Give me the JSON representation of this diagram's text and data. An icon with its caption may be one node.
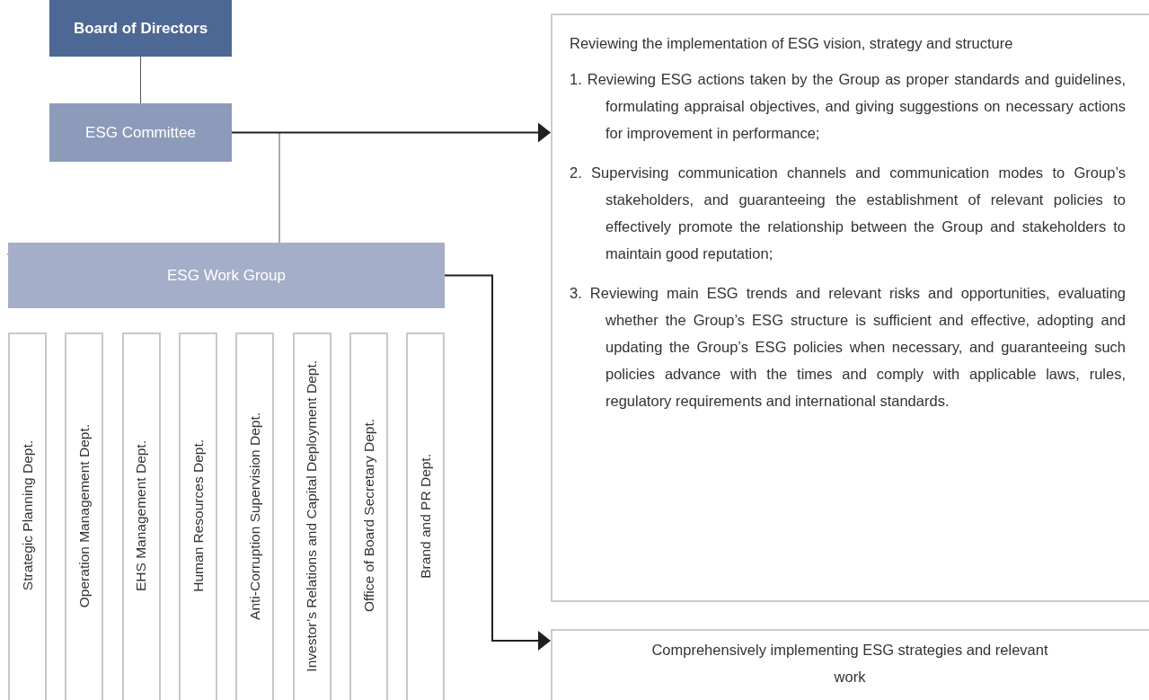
{
  "diagram": {
    "nodes": [
      {
        "text": [
          "Board of Directors"
        ]
      },
      {
        "text": [
          "ESG Committee"
        ]
      },
      {
        "text": [
          "ESG Work Group"
        ]
      },
      {
        "text": [
          "Strategic Planning Dept."
        ]
      },
      {
        "text": [
          "Operation Management Dept."
        ]
      },
      {
        "text": [
          "EHS Management Dept."
        ]
      },
      {
        "text": [
          "Human Resources Dept."
        ]
      },
      {
        "text": [
          "Anti-Corruption Supervision Dept."
        ]
      },
      {
        "text": [
          "Investor’s Relations and Capital Deployment Dept."
        ]
      },
      {
        "text": [
          "Office of Board Secretary Dept."
        ]
      },
      {
        "text": [
          "Brand and PR Dept."
        ]
      },
      {
        "text": [
          "Reviewing the implementation of ESG vision, strategy and structure",
          "1. Reviewing ESG actions taken by the Group as proper standards and guidelines, formulating appraisal objectives, and giving suggestions on necessary actions for improvement in performance;",
          "2. Supervising communication channels and communication modes to Group’s stakeholders, and guaranteeing the establishment of relevant policies to effectively promote the relationship between the Group and stakeholders to maintain good reputation;",
          "3. Reviewing main ESG trends and relevant risks and opportunities, evaluating whether the Group’s ESG structure is sufficient and effective, adopting and updating the Group’s ESG policies when necessary, and guaranteeing such policies advance with the times and comply with applicable laws, rules, regulatory requirements and international standards."
        ]
      },
      {
        "text": [
          "Comprehensively implementing ESG strategies and relevant work"
        ]
      }
    ],
    "edges": [
      {
        "from": 0,
        "to": 1,
        "arrow": "none"
      },
      {
        "from": 1,
        "to": 2,
        "arrow": "none"
      },
      {
        "from": 1,
        "to": 11,
        "arrow": "to"
      },
      {
        "from": 2,
        "to": 12,
        "arrow": "to"
      }
    ]
  }
}
